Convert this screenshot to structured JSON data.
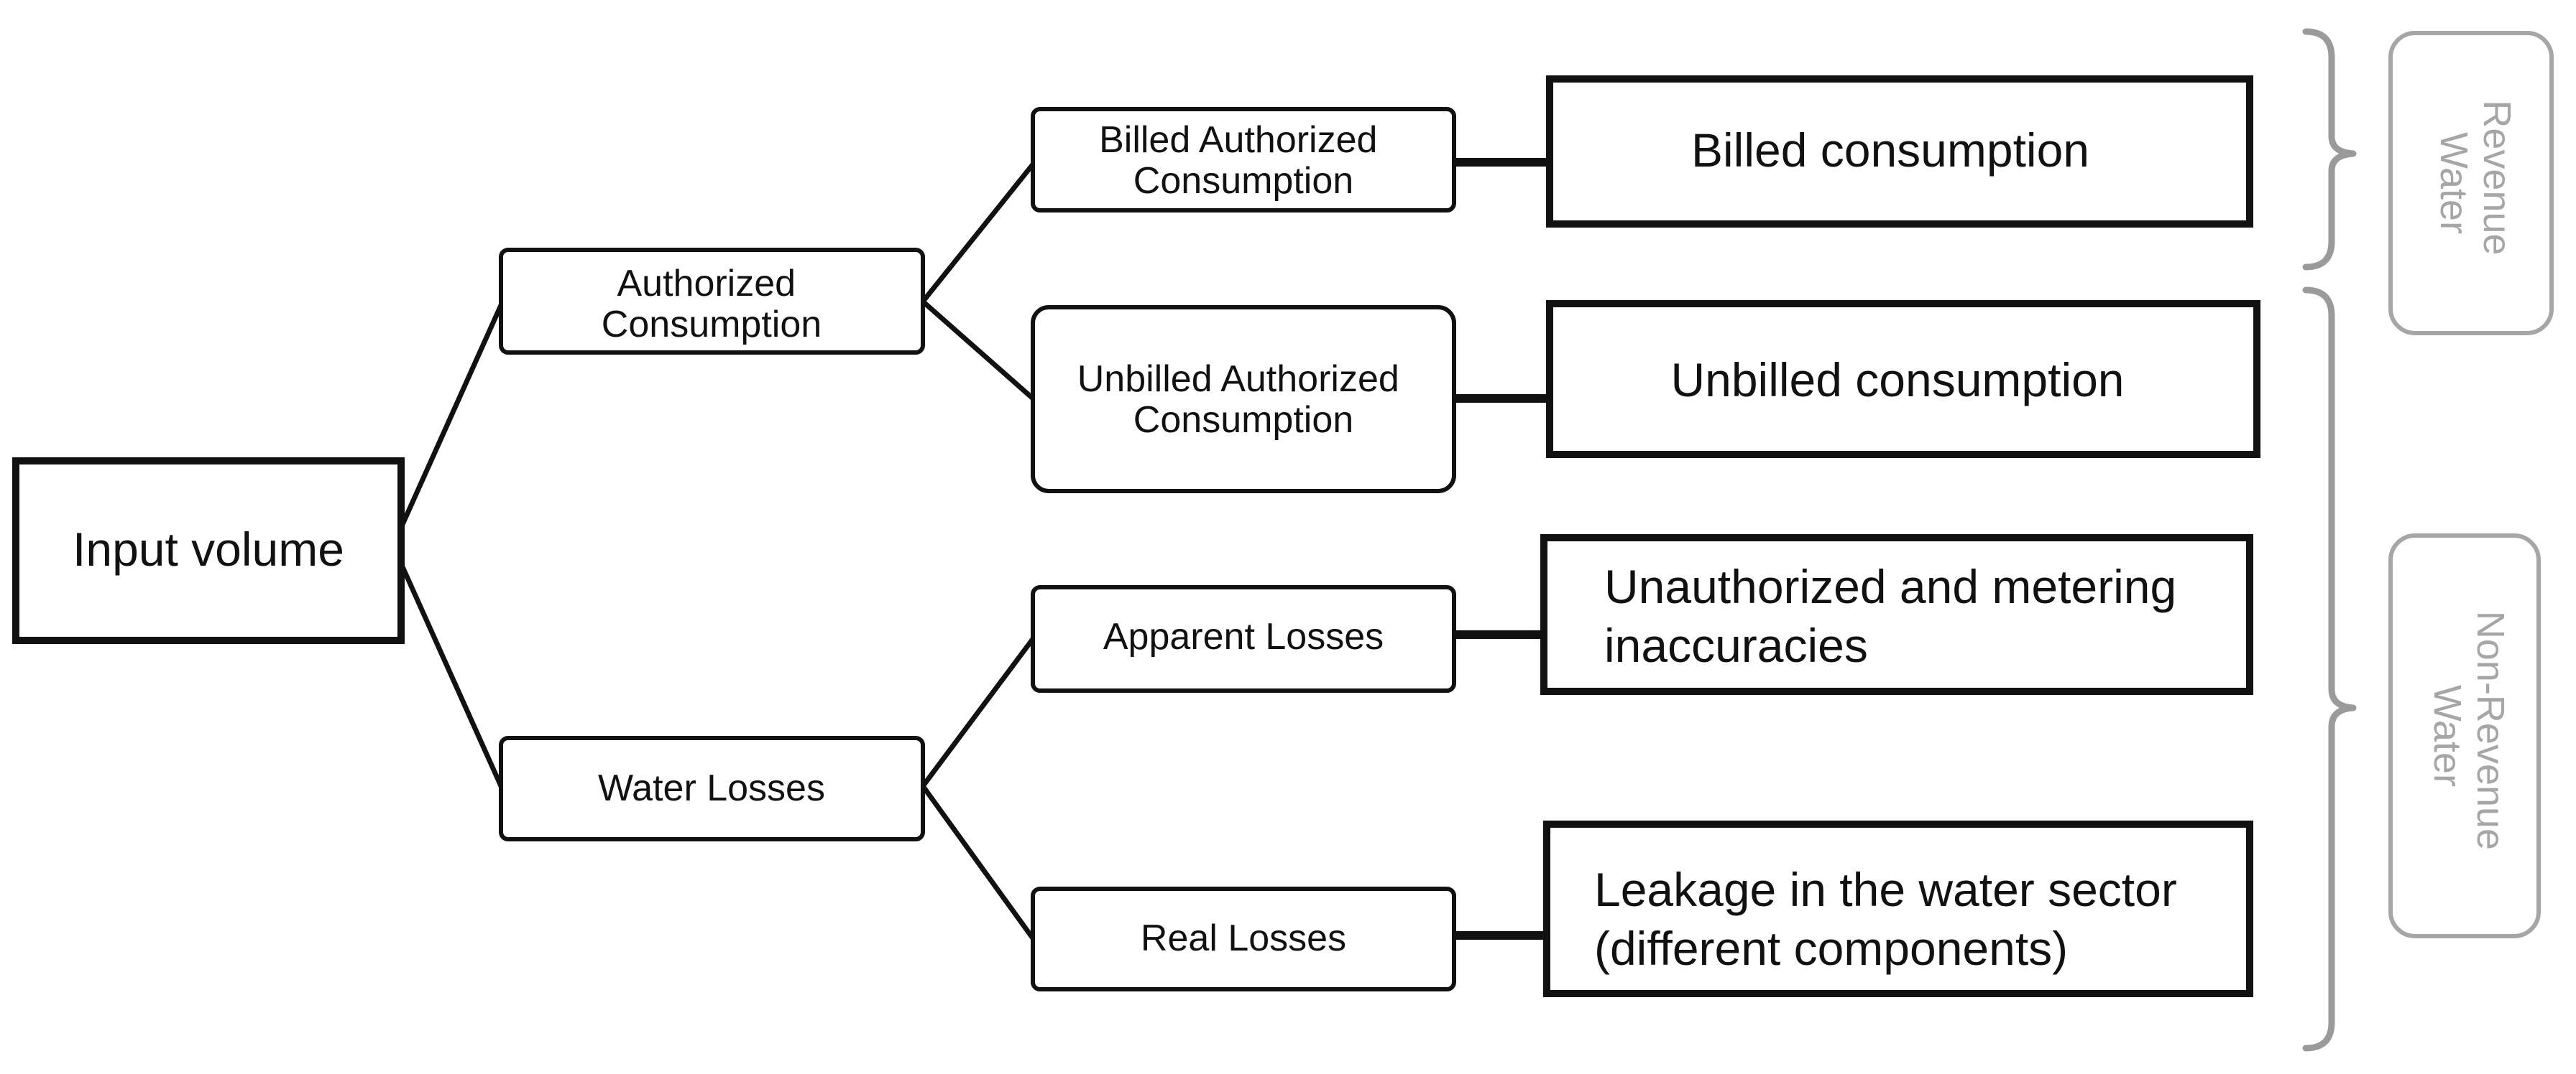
{
  "nodes": {
    "input_volume": "Input volume",
    "authorized_consumption": [
      "Authorized",
      "Consumption"
    ],
    "water_losses": "Water Losses",
    "billed_authorized": [
      "Billed Authorized",
      "Consumption"
    ],
    "unbilled_authorized": [
      "Unbilled Authorized",
      "Consumption"
    ],
    "apparent_losses": "Apparent Losses",
    "real_losses": "Real Losses",
    "billed_consumption": "Billed consumption",
    "unbilled_consumption": "Unbilled consumption",
    "unauthorized_metering": [
      "Unauthorized and metering",
      "inaccuracies"
    ],
    "leakage": [
      "Leakage in the water sector",
      "(different components)"
    ]
  },
  "side_labels": {
    "revenue_water": [
      "Revenue",
      "Water"
    ],
    "non_revenue_water": [
      "Non-Revenue",
      "Water"
    ]
  },
  "colors": {
    "stroke": "#111111",
    "bracket": "#9a9a9a",
    "side_label_text": "#a6a6a6",
    "side_label_border": "#a6a6a6"
  }
}
